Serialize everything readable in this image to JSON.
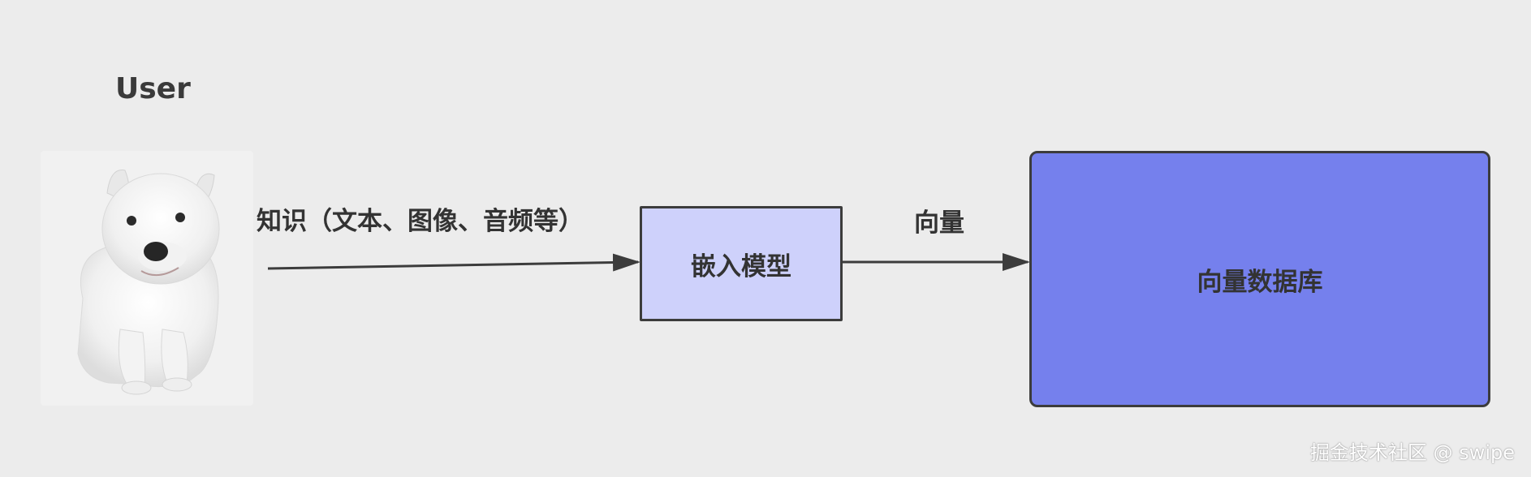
{
  "actor": {
    "label": "User",
    "image_icon": "white-puppy-photo"
  },
  "edges": [
    {
      "label": "知识（文本、图像、音频等）"
    },
    {
      "label": "向量"
    }
  ],
  "nodes": {
    "embedding_model": {
      "label": "嵌入模型",
      "fill": "#ced1fb"
    },
    "vector_db": {
      "label": "向量数据库",
      "fill": "#7580ed"
    }
  },
  "watermark": "掘金技术社区 @ swipe",
  "colors": {
    "background": "#ececec",
    "stroke": "#3c3c3c"
  }
}
